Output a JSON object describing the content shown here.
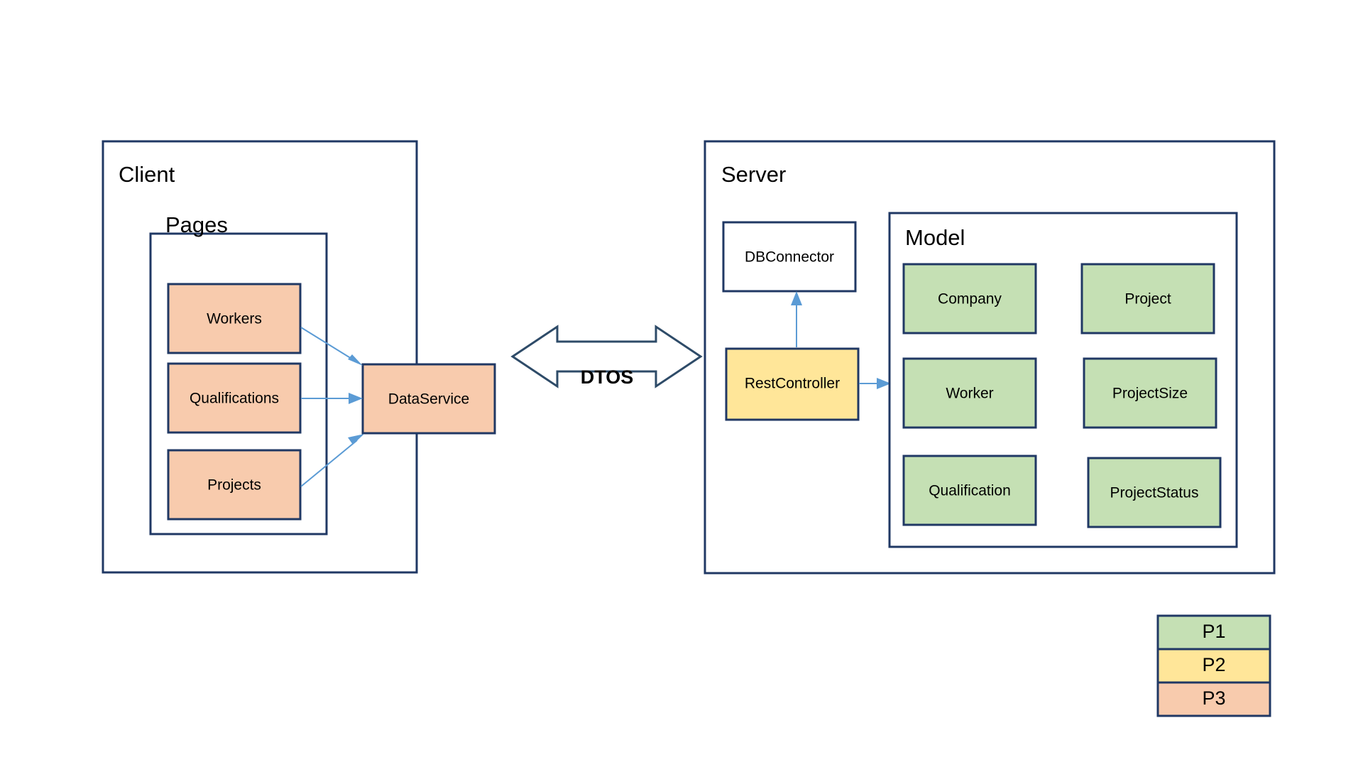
{
  "diagram": {
    "title": "Client-Server Architecture Diagram",
    "colors": {
      "border": "#203864",
      "arrow": "#5B9BD5",
      "peach": "#F8CBAD",
      "green": "#C5E0B4",
      "yellow": "#FFE699",
      "white": "#FFFFFF",
      "background": "#FFFFFF"
    },
    "client": {
      "title": "Client",
      "pages": {
        "title": "Pages",
        "items": [
          {
            "label": "Workers"
          },
          {
            "label": "Qualifications"
          },
          {
            "label": "Projects"
          }
        ]
      },
      "service": {
        "label": "DataService"
      }
    },
    "middle": {
      "connector_label": "DTOS"
    },
    "server": {
      "title": "Server",
      "db_connector": {
        "label": "DBConnector"
      },
      "rest_controller": {
        "label": "RestController"
      },
      "model": {
        "title": "Model",
        "entities": [
          {
            "label": "Company"
          },
          {
            "label": "Project"
          },
          {
            "label": "Worker"
          },
          {
            "label": "ProjectSize"
          },
          {
            "label": "Qualification"
          },
          {
            "label": "ProjectStatus"
          }
        ]
      }
    },
    "legend": {
      "rows": [
        {
          "label": "P1",
          "color": "#C5E0B4"
        },
        {
          "label": "P2",
          "color": "#FFE699"
        },
        {
          "label": "P3",
          "color": "#F8CBAD"
        }
      ]
    }
  }
}
